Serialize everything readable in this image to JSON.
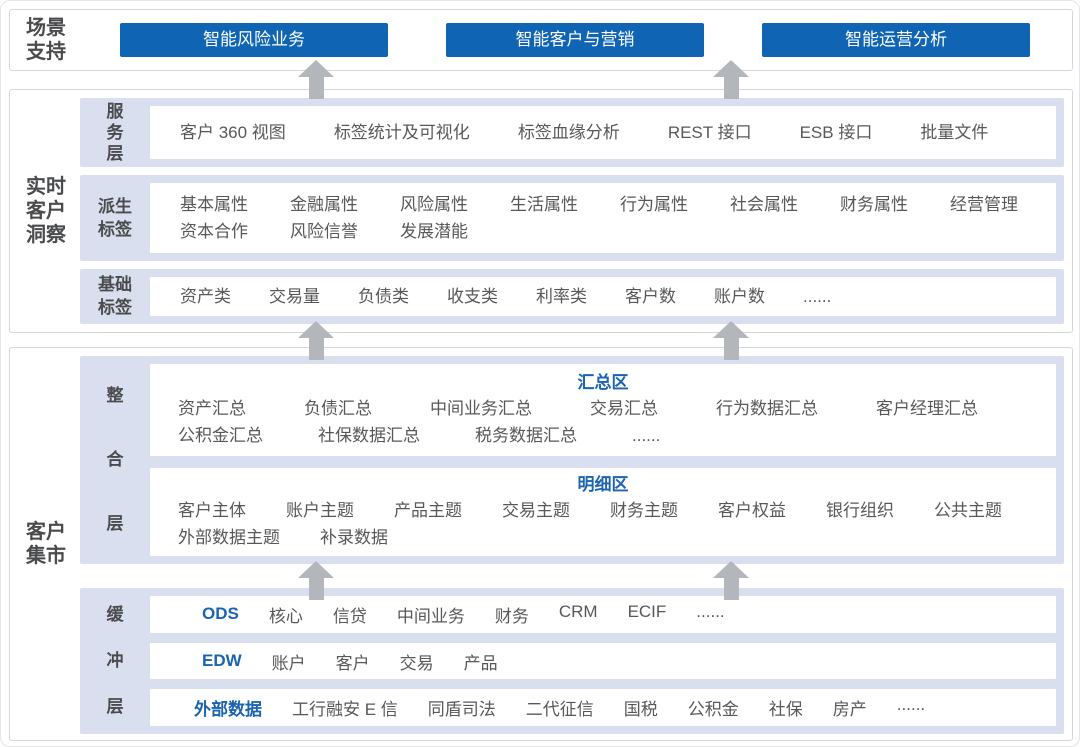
{
  "colors": {
    "accent_blue": "#0f64b4",
    "panel_blue": "#d9dfee",
    "link_blue": "#1a64b2",
    "text_gray": "#57585a",
    "arrow_gray": "#b3b6ba"
  },
  "scene": {
    "label": "场景支持",
    "buttons": [
      "智能风险业务",
      "智能客户与营销",
      "智能运营分析"
    ]
  },
  "insight": {
    "label": "实时客户洞察",
    "rows": [
      {
        "label": "服务层",
        "lines": [
          [
            "客户 360 视图",
            "标签统计及可视化",
            "标签血缘分析",
            "REST 接口",
            "ESB 接口",
            "批量文件"
          ]
        ]
      },
      {
        "label": "派生标签",
        "lines": [
          [
            "基本属性",
            "金融属性",
            "风险属性",
            "生活属性",
            "行为属性",
            "社会属性",
            "财务属性",
            "经营管理"
          ],
          [
            "资本合作",
            "风险信誉",
            "发展潜能"
          ]
        ]
      },
      {
        "label": "基础标签",
        "lines": [
          [
            "资产类",
            "交易量",
            "负债类",
            "收支类",
            "利率类",
            "客户数",
            "账户数",
            "......"
          ]
        ]
      }
    ]
  },
  "mart": {
    "label": "客户集市",
    "integration": {
      "label": "整合层",
      "zones": [
        {
          "title": "汇总区",
          "lines": [
            [
              "资产汇总",
              "负债汇总",
              "中间业务汇总",
              "交易汇总",
              "行为数据汇总",
              "客户经理汇总"
            ],
            [
              "公积金汇总",
              "社保数据汇总",
              "税务数据汇总",
              "......"
            ]
          ]
        },
        {
          "title": "明细区",
          "lines": [
            [
              "客户主体",
              "账户主题",
              "产品主题",
              "交易主题",
              "财务主题",
              "客户权益",
              "银行组织",
              "公共主题"
            ],
            [
              "外部数据主题",
              "补录数据"
            ]
          ]
        }
      ]
    },
    "buffer": {
      "label": "缓冲层",
      "bars": [
        {
          "keyword": "ODS",
          "items": [
            "核心",
            "信贷",
            "中间业务",
            "财务",
            "CRM",
            "ECIF",
            "......"
          ]
        },
        {
          "keyword": "EDW",
          "items": [
            "账户",
            "客户",
            "交易",
            "产品"
          ]
        },
        {
          "keyword": "外部数据",
          "items": [
            "工行融安 E 信",
            "同盾司法",
            "二代征信",
            "国税",
            "公积金",
            "社保",
            "房产",
            "......"
          ]
        }
      ]
    }
  }
}
